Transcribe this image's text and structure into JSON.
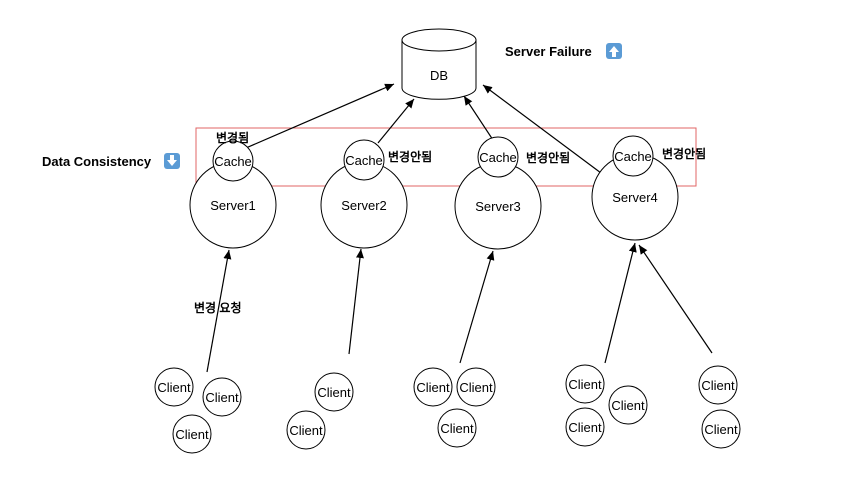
{
  "db": {
    "label": "DB"
  },
  "annotations": {
    "server_failure": "Server Failure",
    "data_consistency": "Data Consistency",
    "change_request": "변경 요청"
  },
  "icons": {
    "server_failure": "arrow-up-icon",
    "data_consistency": "arrow-down-icon",
    "icon_color": "#5b9bd5"
  },
  "highlight_color": "#e06666",
  "servers": [
    {
      "label": "Server1",
      "cache_label": "Cache",
      "cache_status": "변경됨"
    },
    {
      "label": "Server2",
      "cache_label": "Cache",
      "cache_status": "변경안됨"
    },
    {
      "label": "Server3",
      "cache_label": "Cache",
      "cache_status": "변경안됨"
    },
    {
      "label": "Server4",
      "cache_label": "Cache",
      "cache_status": "변경안됨"
    }
  ],
  "client_groups": [
    {
      "server": "Server1",
      "clients": [
        "Client",
        "Client",
        "Client"
      ]
    },
    {
      "server": "Server2",
      "clients": [
        "Client",
        "Client"
      ]
    },
    {
      "server": "Server3",
      "clients": [
        "Client",
        "Client",
        "Client"
      ]
    },
    {
      "server": "Server4",
      "clients": [
        "Client",
        "Client",
        "Client",
        "Client",
        "Client"
      ]
    }
  ]
}
